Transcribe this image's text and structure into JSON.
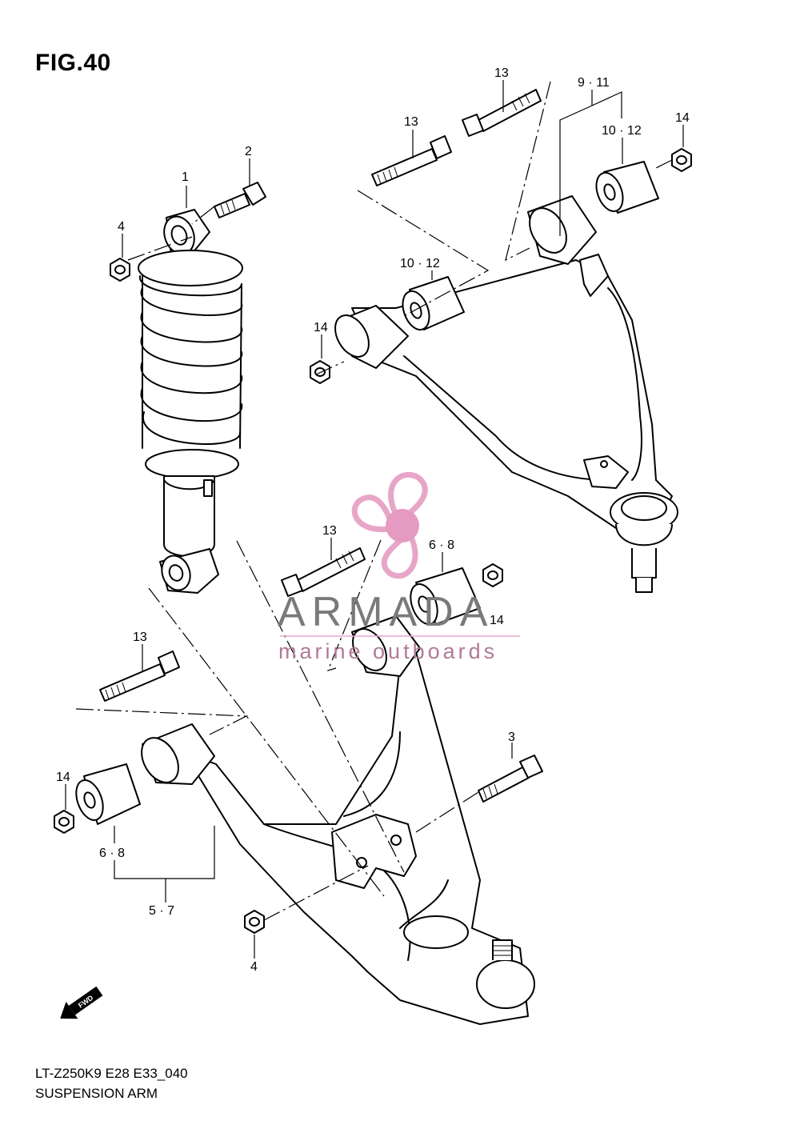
{
  "figure": {
    "title": "FIG.40",
    "model_code": "LT-Z250K9 E28 E33_040",
    "section_name": "SUSPENSION ARM"
  },
  "callouts": {
    "c1": "1",
    "c2": "2",
    "c3": "3",
    "c4a": "4",
    "c4b": "4",
    "c5_7": "5 · 7",
    "c6_8a": "6 · 8",
    "c6_8b": "6 · 8",
    "c9_11": "9 · 11",
    "c10_12a": "10 · 12",
    "c10_12b": "10 · 12",
    "c13a": "13",
    "c13b": "13",
    "c13c": "13",
    "c13d": "13",
    "c14a": "14",
    "c14b": "14",
    "c14c": "14",
    "c14d": "14"
  },
  "watermark": {
    "brand": "ARMADA",
    "subtitle": "marine outboards",
    "colors": {
      "propeller": "#e7a6c8",
      "hub": "#e59ac1",
      "text": "#7a7a7a"
    }
  },
  "fwd_arrow": {
    "label": "FWD"
  },
  "icons": [
    "propeller-logo-icon",
    "fwd-arrow-icon"
  ]
}
